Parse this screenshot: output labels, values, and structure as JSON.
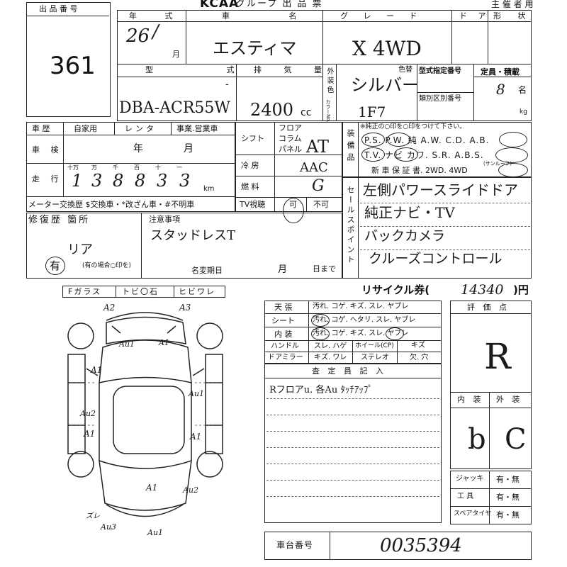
{
  "header": {
    "logo": "KCAA",
    "title": "グループ 出 品 票",
    "organizer_label": "主 催 者 用"
  },
  "lot": {
    "label": "出 品 番 号",
    "number": "361"
  },
  "row1": {
    "year_label": "年 式",
    "year_value": "26",
    "month_unit": "月",
    "name_label": "車 名",
    "name_value": "エスティマ",
    "grade_label": "グ レ ー ド",
    "grade_value": "X  4WD",
    "door_label": "ド ア",
    "shape_label": "形 状"
  },
  "row2": {
    "model_label": "型 式",
    "model_value": "DBA-ACR55W",
    "displacement_label": "排 気 量",
    "displacement_value": "2400",
    "displacement_unit": "cc",
    "exterior_color_label": "外装色",
    "color_label": "色替",
    "color_value": "シルバー",
    "color_no_label": "カラーNo.",
    "color_code": "1F7",
    "type_designation_label": "型式指定番号",
    "class_label": "類別区別番号",
    "capacity_label": "定員・積載",
    "capacity_value": "8",
    "capacity_unit": "名",
    "kg_unit": "kg"
  },
  "history": {
    "history_label": "車 歴",
    "private_label": "自家用",
    "rental_label": "レンタ",
    "business_label": "事業.営業車",
    "inspection_label": "車 検",
    "year_label": "年",
    "month_label": "月",
    "mileage_label": "走 行",
    "mileage_digits": [
      "1",
      "3",
      "8",
      "8",
      "3",
      "3"
    ],
    "digit_headers": [
      "十万",
      "万",
      "千",
      "百",
      "十",
      "一"
    ],
    "km_unit": "km",
    "meter_note": "メーター交換歴 $交換車・*改ざん車・#不明車"
  },
  "shift": {
    "shift_label": "シフト",
    "floor_label": "フロア",
    "column_label": "コラム",
    "panel_label": "パネル",
    "shift_value": "AT",
    "ac_label": "冷 房",
    "ac_value": "AAC",
    "fuel_label": "燃 料",
    "fuel_value": "G",
    "tv_label": "TV視聴",
    "tv_yes": "可",
    "tv_no": "不可"
  },
  "equipment": {
    "side_label": "装備品",
    "note": "※純正の○印を○印をつけて下さい。",
    "row1": "P.S. P.W. 純 A.W. C.D. A.B.",
    "row2": "T.V. ナビ カワ. S.R. A.B.S.",
    "sunroof": "(サンルーフ)",
    "row3": "新 車 保 証 書. 2WD. 4WD"
  },
  "sales_points": {
    "side_label": "セールスポイント",
    "lines": [
      "左側パワースライドドア",
      "純正ナビ・TV",
      "バックカメラ",
      "クルーズコントロール"
    ]
  },
  "repair": {
    "label": "修復歴 箇所",
    "value": "リア",
    "has_label": "有",
    "circle_note": "(有の場合○印を)",
    "notes_label": "注意事項",
    "notes_value": "スタッドレスT",
    "change_label": "名変期日",
    "month_label": "月",
    "day_label": "日まで"
  },
  "glass": {
    "items": [
      "Fガラス",
      "トビ〇石",
      "ヒビワレ"
    ]
  },
  "diagram_marks": [
    "A2",
    "A3",
    "Au1",
    "A1",
    "A1",
    "Au1",
    "Au2",
    "A1",
    "A1",
    "A1",
    "Au2",
    "ズレ",
    "Au3",
    "Au1"
  ],
  "recycle": {
    "label": "リサイクル券(",
    "value": "14340",
    "unit": ")円"
  },
  "interior": {
    "rows": [
      {
        "label": "天 張",
        "items": "汚れ. コゲ. キズ. スレ. ヤブレ"
      },
      {
        "label": "シート",
        "items": "汚れ. コゲ. ヘタリ. スレ. ヤブレ"
      },
      {
        "label": "内 装",
        "items": "汚れ. コゲ. キズ. スレ. ヤブレ"
      }
    ],
    "handle_label": "ハンドル",
    "handle_items": "スレ. ハゲ",
    "wheel_label": "ホイール(CP)",
    "wheel_value": "キズ",
    "mirror_label": "ドアミラー",
    "mirror_items": "キズ. ワレ",
    "stereo_label": "ステレオ",
    "stereo_items": "欠. 穴"
  },
  "inspector": {
    "label": "査 定 員 記 入",
    "note": "Rフロアu. 各Au ﾀｯﾁｱｯﾌﾟ"
  },
  "scores": {
    "label": "評 価 点",
    "overall": "R",
    "interior_label": "内 装",
    "exterior_label": "外 装",
    "interior_value": "b",
    "exterior_value": "C"
  },
  "accessories": {
    "rows": [
      {
        "label": "ジャッキ",
        "value": "有・無"
      },
      {
        "label": "工 具",
        "value": "有・無"
      },
      {
        "label": "スペアタイヤ",
        "value": "有・無"
      }
    ]
  },
  "chassis": {
    "label": "車台番号",
    "value": "0035394"
  }
}
